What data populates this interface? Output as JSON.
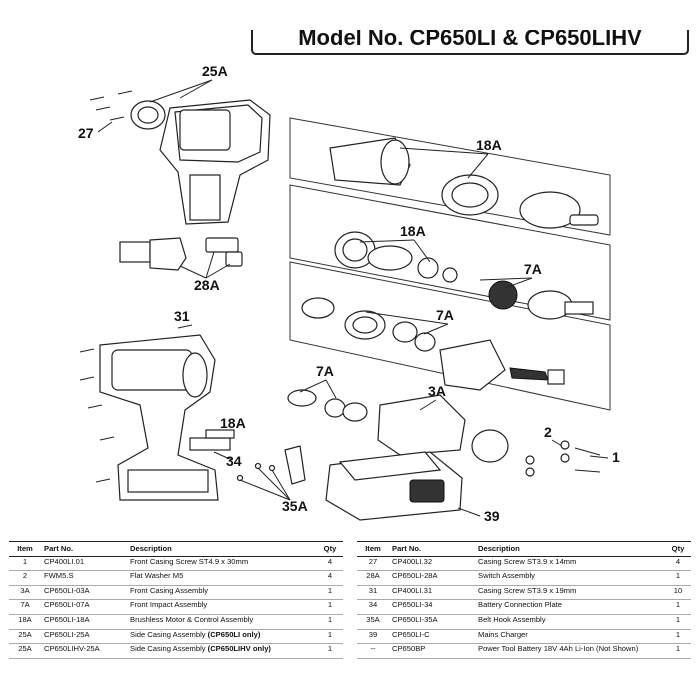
{
  "header": {
    "model_title": "Model No. CP650LI & CP650LIHV"
  },
  "callouts": {
    "c25A": "25A",
    "c27": "27",
    "c28A": "28A",
    "c18A_a": "18A",
    "c18A_b": "18A",
    "c7A_a": "7A",
    "c7A_b": "7A",
    "c7A_c": "7A",
    "c3A": "3A",
    "c2": "2",
    "c1": "1",
    "c31": "31",
    "c18A_c": "18A",
    "c34": "34",
    "c35A": "35A",
    "c39": "39"
  },
  "table_headers": {
    "item": "Item",
    "part_no": "Part No.",
    "description": "Description",
    "qty": "Qty"
  },
  "left_table": [
    {
      "item": "1",
      "part_no": "CP400LI.01",
      "description": "Front Casing Screw ST4.9 x 30mm",
      "description_bold": "",
      "qty": "4"
    },
    {
      "item": "2",
      "part_no": "FWM5.S",
      "description": "Flat Washer M5",
      "description_bold": "",
      "qty": "4"
    },
    {
      "item": "3A",
      "part_no": "CP650LI-03A",
      "description": "Front Casing Assembly",
      "description_bold": "",
      "qty": "1"
    },
    {
      "item": "7A",
      "part_no": "CP650LI-07A",
      "description": "Front Impact Assembly",
      "description_bold": "",
      "qty": "1"
    },
    {
      "item": "18A",
      "part_no": "CP650LI-18A",
      "description": "Brushless Motor & Control Assembly",
      "description_bold": "",
      "qty": "1"
    },
    {
      "item": "25A",
      "part_no": "CP650LI-25A",
      "description": "Side Casing Assembly ",
      "description_bold": "(CP650LI only)",
      "qty": "1"
    },
    {
      "item": "25A",
      "part_no": "CP650LIHV-25A",
      "description": "Side Casing Assembly ",
      "description_bold": "(CP650LIHV only)",
      "qty": "1"
    }
  ],
  "right_table": [
    {
      "item": "27",
      "part_no": "CP400LI.32",
      "description": "Casing Screw ST3.9 x 14mm",
      "description_bold": "",
      "qty": "4"
    },
    {
      "item": "28A",
      "part_no": "CP650LI-28A",
      "description": "Switch Assembly",
      "description_bold": "",
      "qty": "1"
    },
    {
      "item": "31",
      "part_no": "CP400LI.31",
      "description": "Casing Screw ST3.9 x 19mm",
      "description_bold": "",
      "qty": "10"
    },
    {
      "item": "34",
      "part_no": "CP650LI-34",
      "description": "Battery Connection Plate",
      "description_bold": "",
      "qty": "1"
    },
    {
      "item": "35A",
      "part_no": "CP650LI-35A",
      "description": "Belt Hook Assembly",
      "description_bold": "",
      "qty": "1"
    },
    {
      "item": "39",
      "part_no": "CP650LI-C",
      "description": "Mains Charger",
      "description_bold": "",
      "qty": "1"
    },
    {
      "item": "--",
      "part_no": "CP650BP",
      "description": "Power Tool Battery 18V 4Ah Li-Ion (Not Shown)",
      "description_bold": "",
      "qty": "1"
    }
  ]
}
